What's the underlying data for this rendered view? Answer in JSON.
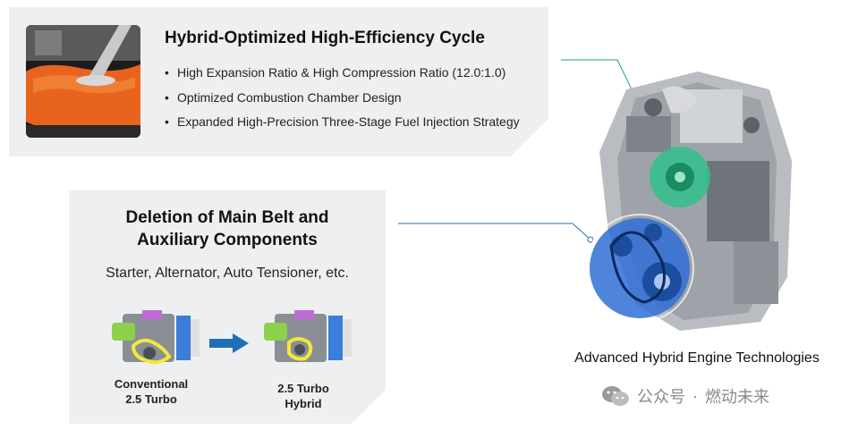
{
  "cycle": {
    "title": "Hybrid-Optimized High-Efficiency Cycle",
    "bullets": [
      "High Expansion Ratio & High Compression Ratio (12.0:1.0)",
      "Optimized Combustion Chamber Design",
      "Expanded High-Precision Three-Stage Fuel Injection Strategy"
    ]
  },
  "belt": {
    "title_line1": "Deletion of Main Belt and",
    "title_line2": "Auxiliary Components",
    "subtitle": "Starter, Alternator, Auto Tensioner, etc.",
    "conventional_line1": "Conventional",
    "conventional_line2": "2.5 Turbo",
    "hybrid_line1": "2.5 Turbo",
    "hybrid_line2": "Hybrid"
  },
  "engine": {
    "caption": "Advanced Hybrid Engine Technologies"
  },
  "watermark": {
    "dot": "·",
    "text_left": "公众号",
    "text_right": "燃动未来"
  },
  "colors": {
    "panel_bg": "#eeeff1",
    "green_highlight": "#2fc18c",
    "blue_highlight": "#2f6fd6",
    "chamber_orange": "#e8641e",
    "arrow_blue": "#1f6fb8"
  }
}
